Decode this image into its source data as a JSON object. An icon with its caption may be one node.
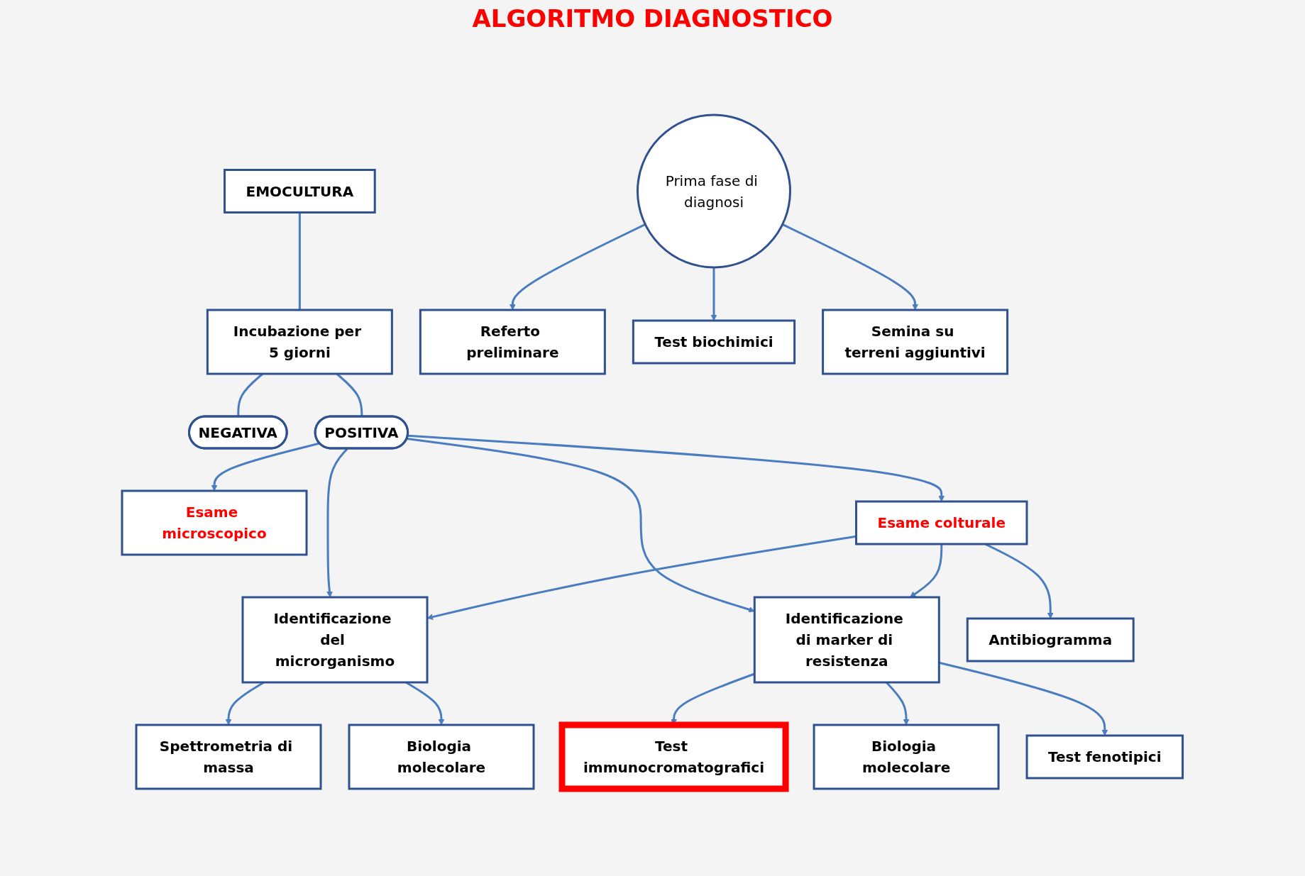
{
  "diagram": {
    "title": "ALGORITMO DIAGNOSTICO",
    "nodes": [
      {
        "text": [
          "EMOCULTURA"
        ]
      },
      {
        "text": [
          "Incubazione per 5 giorni"
        ]
      },
      {
        "text": [
          "NEGATIVA"
        ]
      },
      {
        "text": [
          "POSITIVA"
        ]
      },
      {
        "text": [
          "Esame microscopico"
        ]
      },
      {
        "text": [
          "Prima fase di diagnosi"
        ]
      },
      {
        "text": [
          "Referto preliminare"
        ]
      },
      {
        "text": [
          "Test biochimici"
        ]
      },
      {
        "text": [
          "Semina su terreni aggiuntivi"
        ]
      },
      {
        "text": [
          "Identificazione del microrganismo"
        ]
      },
      {
        "text": [
          "Esame colturale"
        ]
      },
      {
        "text": [
          "Identificazione di marker di resistenza"
        ]
      },
      {
        "text": [
          "Spettrometria di massa"
        ]
      },
      {
        "text": [
          "Biologia molecolare"
        ]
      },
      {
        "text": [
          "Test immunocromatografici"
        ]
      },
      {
        "text": [
          "Biologia molecolare"
        ]
      },
      {
        "text": [
          "Test fenotipici"
        ]
      },
      {
        "text": [
          "Antibiogramma"
        ]
      }
    ],
    "edges": [
      {
        "from": 0,
        "to": 1,
        "arrow": "none"
      },
      {
        "from": 1,
        "to": 2,
        "arrow": "none"
      },
      {
        "from": 1,
        "to": 3,
        "arrow": "none"
      },
      {
        "from": 3,
        "to": 4,
        "arrow": "to"
      },
      {
        "from": 5,
        "to": 6,
        "arrow": "to"
      },
      {
        "from": 5,
        "to": 7,
        "arrow": "to"
      },
      {
        "from": 5,
        "to": 8,
        "arrow": "to"
      },
      {
        "from": 3,
        "to": 9,
        "arrow": "to"
      },
      {
        "from": 3,
        "to": 10,
        "arrow": "to"
      },
      {
        "from": 3,
        "to": 11,
        "arrow": "to"
      },
      {
        "from": 10,
        "to": 9,
        "arrow": "to"
      },
      {
        "from": 10,
        "to": 11,
        "arrow": "to"
      },
      {
        "from": 10,
        "to": 17,
        "arrow": "to"
      },
      {
        "from": 9,
        "to": 12,
        "arrow": "to"
      },
      {
        "from": 9,
        "to": 13,
        "arrow": "to"
      },
      {
        "from": 11,
        "to": 14,
        "arrow": "to"
      },
      {
        "from": 11,
        "to": 15,
        "arrow": "to"
      },
      {
        "from": 11,
        "to": 16,
        "arrow": "to"
      }
    ]
  }
}
